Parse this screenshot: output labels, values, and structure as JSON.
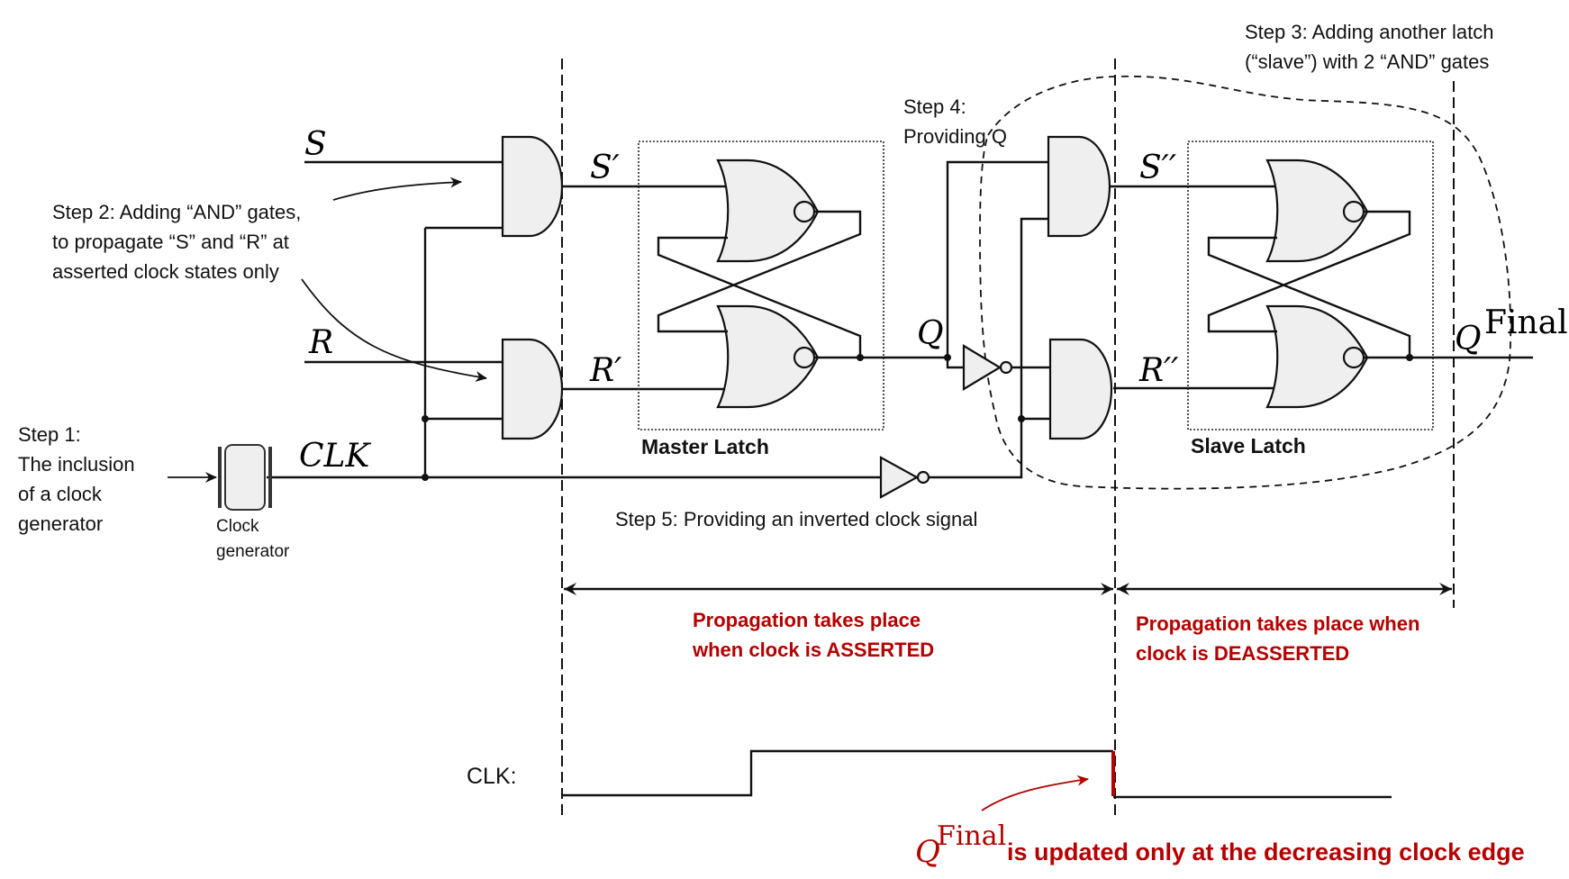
{
  "title": "Master-Slave SR Flip-Flop construction",
  "colors": {
    "ink": "#111111",
    "gate_fill": "#efefef",
    "accent_red": "#b40000"
  },
  "signals": {
    "S": "S",
    "R": "R",
    "CLK": "CLK",
    "S_prime": "S′",
    "R_prime": "R′",
    "Q": "Q",
    "S_double_prime": "S′′",
    "R_double_prime": "R′′",
    "Q_final_base": "Q",
    "Q_final_sup": "Final"
  },
  "steps": {
    "step1": [
      "Step 1:",
      "The inclusion",
      "of a clock",
      "generator"
    ],
    "step2": [
      "Step 2: Adding “AND” gates,",
      "to propagate “S” and “R” at",
      "asserted clock states only"
    ],
    "step3": [
      "Step 3: Adding another latch",
      "(“slave”) with 2 “AND” gates"
    ],
    "step4": [
      "Step 4:",
      "Providing Q"
    ],
    "step5": "Step 5: Providing an inverted clock signal"
  },
  "components": {
    "clock_generator": [
      "Clock",
      "generator"
    ],
    "master_latch": "Master Latch",
    "slave_latch": "Slave Latch"
  },
  "phases": {
    "asserted": [
      "Propagation takes place",
      "when clock is ASSERTED"
    ],
    "deasserted": [
      "Propagation takes place when",
      "clock is DEASSERTED"
    ]
  },
  "timing": {
    "clk_label": "CLK:",
    "waveform": [
      "low",
      "high",
      "low"
    ],
    "note_base": "Q",
    "note_sup": "Final",
    "note_text": "is updated only at the decreasing clock edge"
  }
}
